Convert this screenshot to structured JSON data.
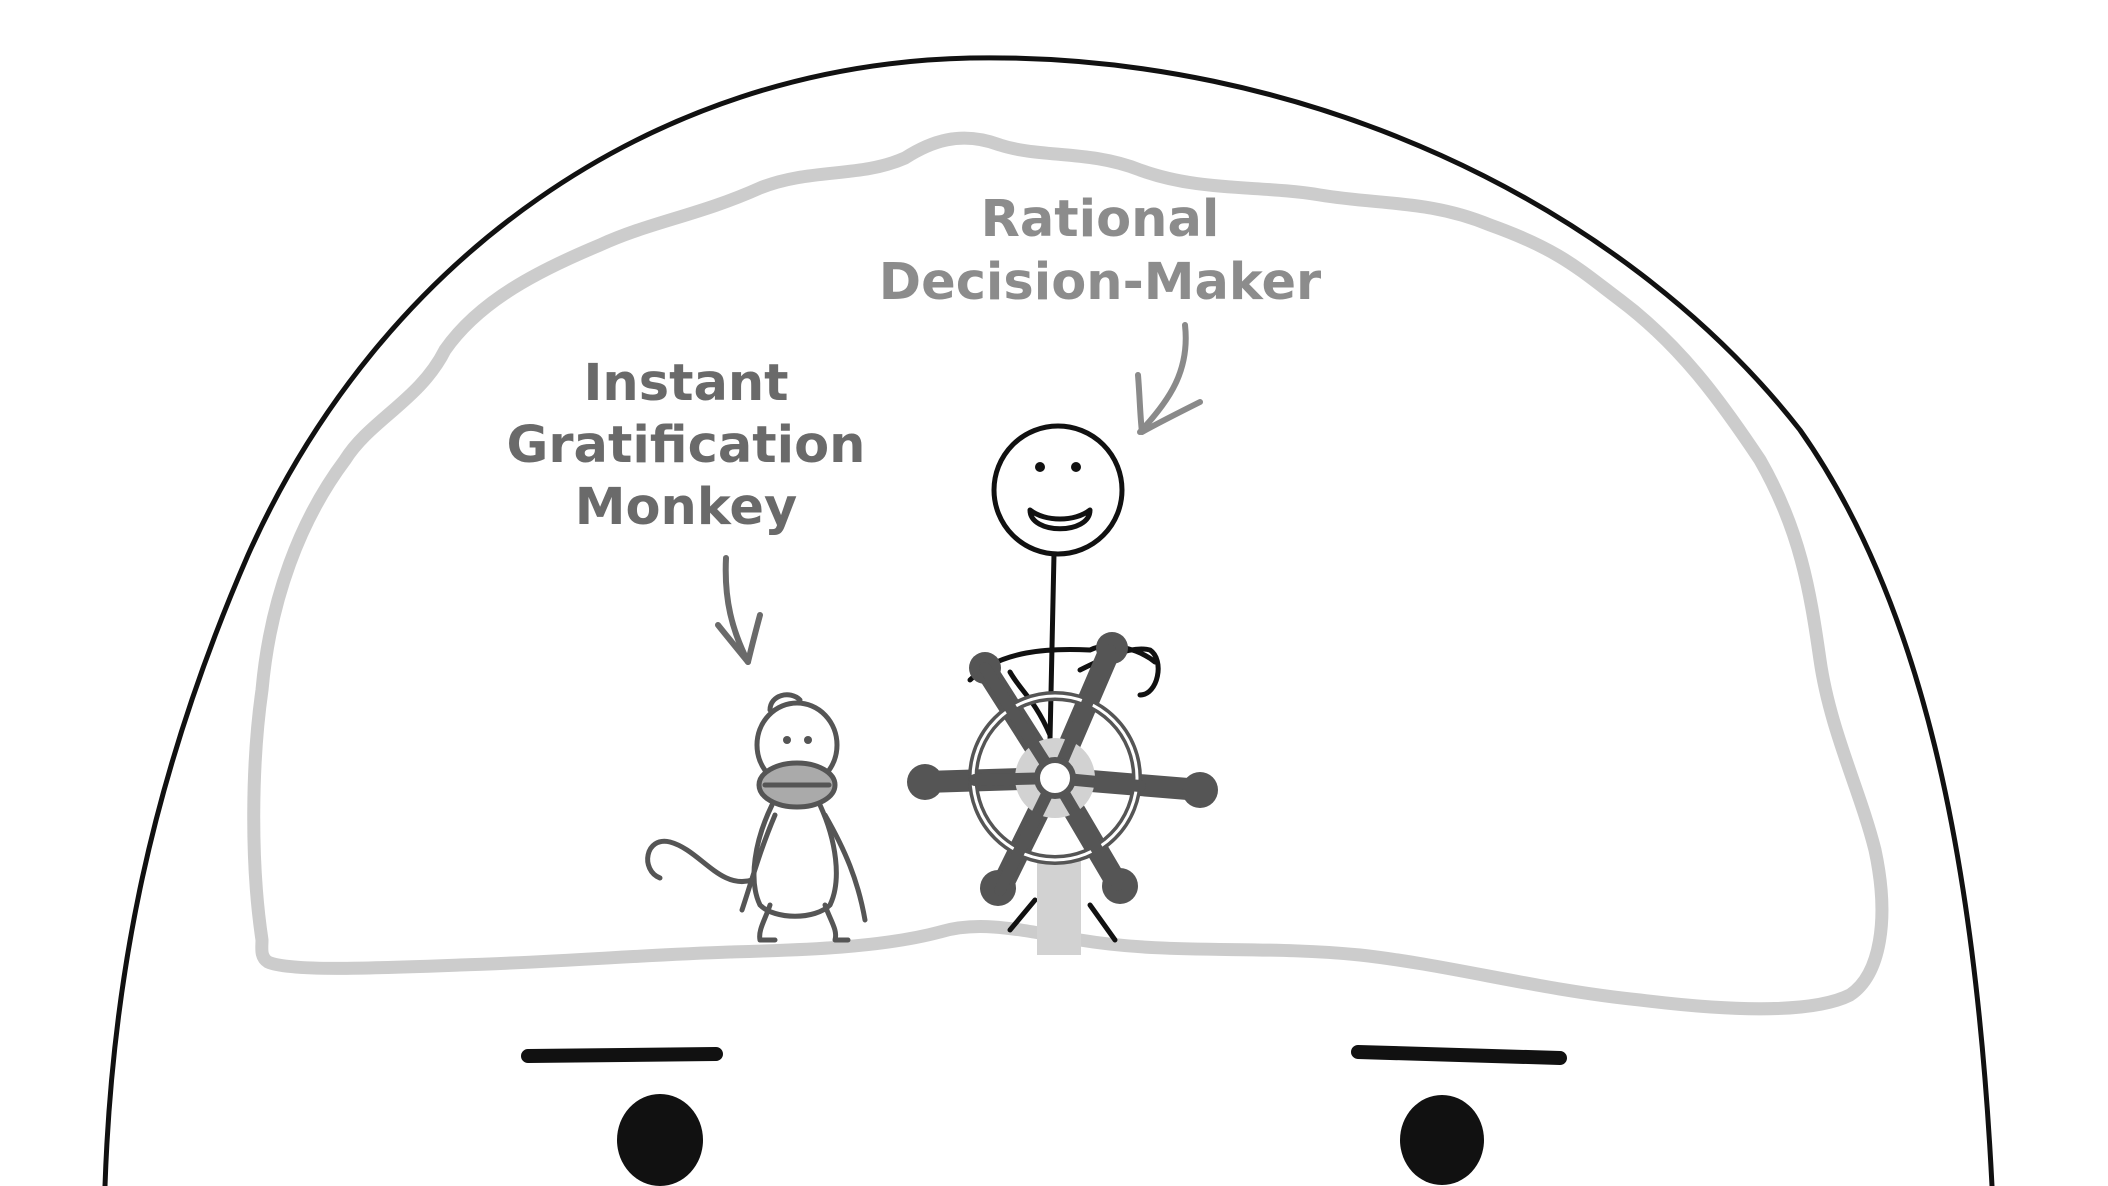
{
  "labels": {
    "rational_line1": "Rational",
    "rational_line2": "Decision-Maker",
    "monkey_line1": "Instant",
    "monkey_line2": "Gratification",
    "monkey_line3": "Monkey"
  },
  "colors": {
    "background": "#ffffff",
    "outline": "#111111",
    "brain_outline": "#c8c8c8",
    "monkey_label": "#6a6a6a",
    "rational_label": "#8c8c8c",
    "wheel": "#555555",
    "wheel_light": "#d2d2d2"
  },
  "icons": [
    "head-outline",
    "brain-outline",
    "stick-figure",
    "ship-wheel",
    "monkey",
    "eyebrow",
    "eye",
    "arrow"
  ]
}
